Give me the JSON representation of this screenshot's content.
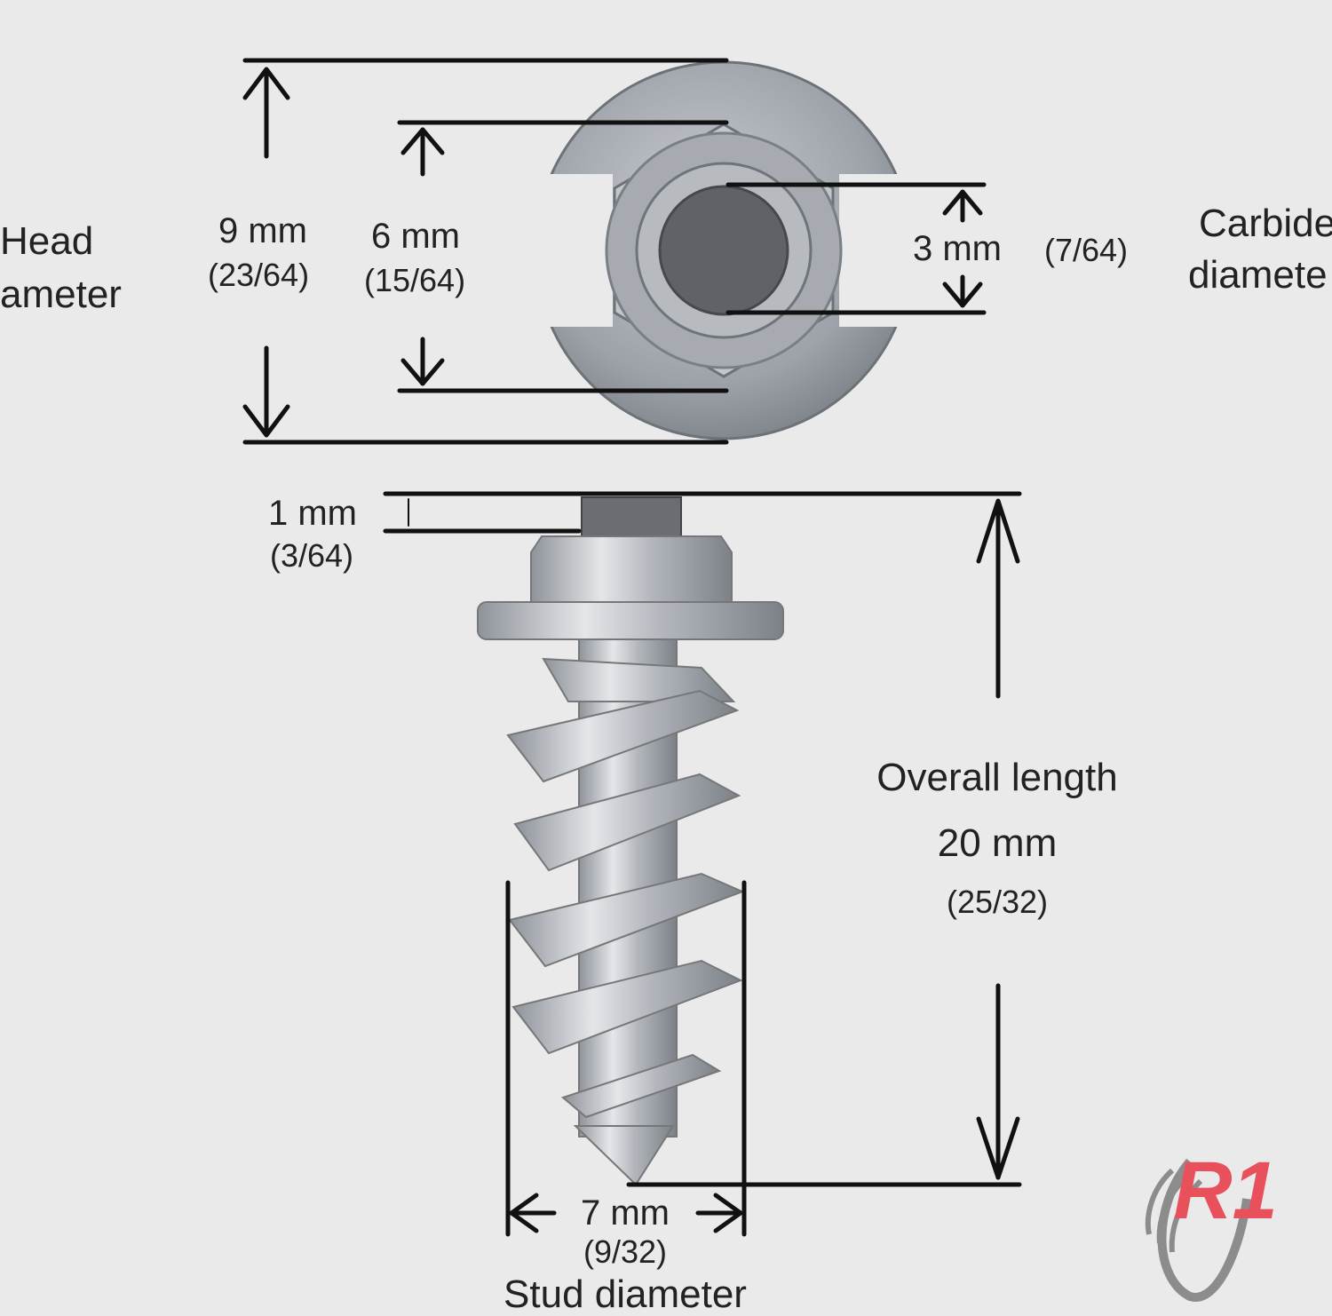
{
  "head_diameter": {
    "line1": "Head",
    "line2": "ameter"
  },
  "dim_9mm": {
    "value": "9 mm",
    "fraction": "(23/64)"
  },
  "dim_6mm": {
    "value": "6 mm",
    "fraction": "(15/64)"
  },
  "dim_3mm": {
    "value": "3 mm",
    "fraction": "(7/64)"
  },
  "carbide_diameter": {
    "line1": "Carbide",
    "line2": "diamete"
  },
  "dim_1mm": {
    "value": "1 mm",
    "fraction": "(3/64)"
  },
  "overall_length": {
    "label": "Overall length",
    "value": "20 mm",
    "fraction": "(25/32)"
  },
  "stud_diameter": {
    "value": "7 mm",
    "fraction": "(9/32)",
    "label": "Stud diameter"
  },
  "logo": {
    "text": "R1",
    "color": "#e8505b"
  },
  "colors": {
    "background": "#eaeaea",
    "metal": "#b8bcc2",
    "line": "#111111"
  }
}
